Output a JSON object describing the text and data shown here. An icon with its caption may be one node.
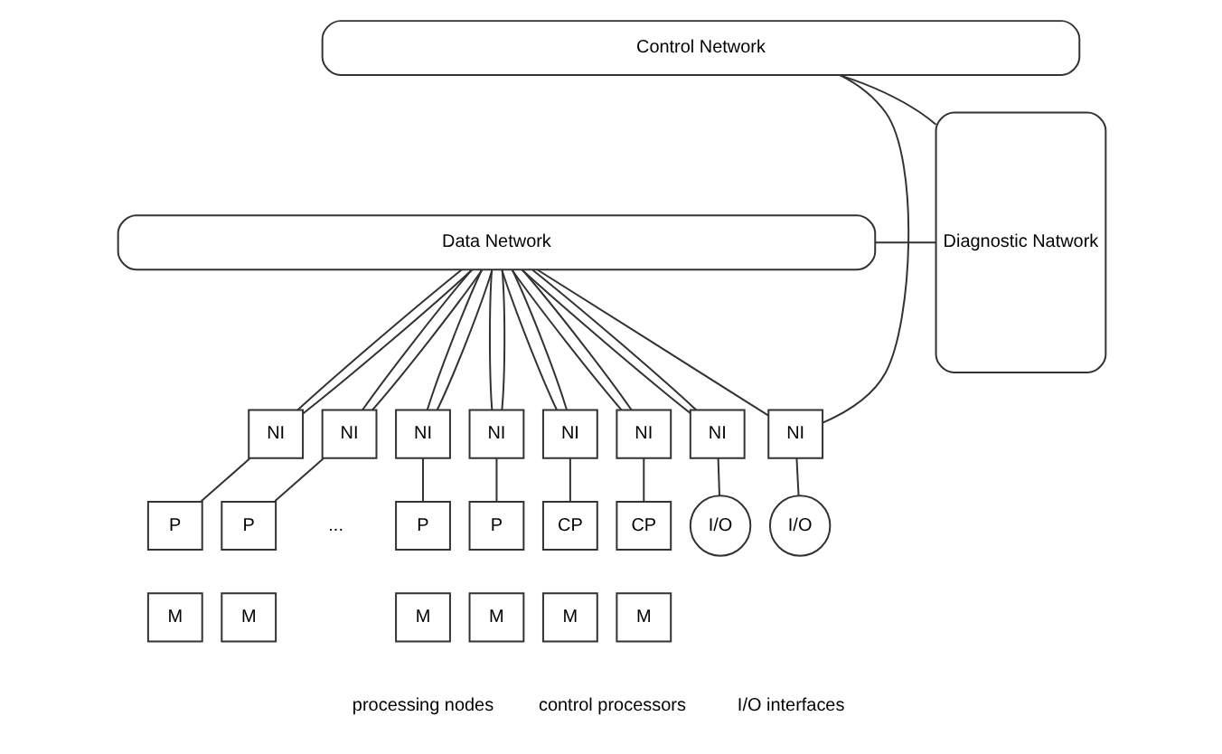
{
  "diagram": {
    "nodes": [
      {
        "text": [
          "Control Network"
        ]
      },
      {
        "text": [
          "Diagnostic Natwork"
        ]
      },
      {
        "text": [
          "Data Network"
        ]
      },
      {
        "text": [
          "NI"
        ]
      },
      {
        "text": [
          "NI"
        ]
      },
      {
        "text": [
          "NI"
        ]
      },
      {
        "text": [
          "NI"
        ]
      },
      {
        "text": [
          "NI"
        ]
      },
      {
        "text": [
          "NI"
        ]
      },
      {
        "text": [
          "NI"
        ]
      },
      {
        "text": [
          "NI"
        ]
      },
      {
        "text": [
          "P"
        ]
      },
      {
        "text": [
          "M"
        ]
      },
      {
        "text": [
          "P"
        ]
      },
      {
        "text": [
          "M"
        ]
      },
      {
        "text": [
          "P"
        ]
      },
      {
        "text": [
          "M"
        ]
      },
      {
        "text": [
          "P"
        ]
      },
      {
        "text": [
          "M"
        ]
      },
      {
        "text": [
          "CP"
        ]
      },
      {
        "text": [
          "M"
        ]
      },
      {
        "text": [
          "CP"
        ]
      },
      {
        "text": [
          "M"
        ]
      },
      {
        "text": [
          "I/O"
        ]
      },
      {
        "text": [
          "I/O"
        ]
      }
    ],
    "edges": [
      {
        "from": 1,
        "to": 0,
        "arrow": "none"
      },
      {
        "from": 1,
        "to": 2,
        "arrow": "none"
      },
      {
        "from": 2,
        "to": 3,
        "arrow": "none"
      },
      {
        "from": 2,
        "to": 3,
        "arrow": "none"
      },
      {
        "from": 2,
        "to": 4,
        "arrow": "none"
      },
      {
        "from": 2,
        "to": 4,
        "arrow": "none"
      },
      {
        "from": 2,
        "to": 5,
        "arrow": "none"
      },
      {
        "from": 2,
        "to": 5,
        "arrow": "none"
      },
      {
        "from": 2,
        "to": 6,
        "arrow": "none"
      },
      {
        "from": 2,
        "to": 6,
        "arrow": "none"
      },
      {
        "from": 2,
        "to": 7,
        "arrow": "none"
      },
      {
        "from": 2,
        "to": 7,
        "arrow": "none"
      },
      {
        "from": 2,
        "to": 8,
        "arrow": "none"
      },
      {
        "from": 2,
        "to": 8,
        "arrow": "none"
      },
      {
        "from": 2,
        "to": 9,
        "arrow": "none"
      },
      {
        "from": 2,
        "to": 9,
        "arrow": "none"
      },
      {
        "from": 2,
        "to": 10,
        "arrow": "none"
      },
      {
        "from": 0,
        "to": 10,
        "arrow": "none"
      },
      {
        "from": 3,
        "to": 11,
        "arrow": "none"
      },
      {
        "from": 4,
        "to": 13,
        "arrow": "none"
      },
      {
        "from": 5,
        "to": 15,
        "arrow": "none"
      },
      {
        "from": 6,
        "to": 17,
        "arrow": "none"
      },
      {
        "from": 7,
        "to": 19,
        "arrow": "none"
      },
      {
        "from": 8,
        "to": 21,
        "arrow": "none"
      },
      {
        "from": 9,
        "to": 23,
        "arrow": "none"
      },
      {
        "from": 10,
        "to": 24,
        "arrow": "none"
      }
    ],
    "labels": [
      "...",
      "processing nodes",
      "control processors",
      "I/O interfaces"
    ]
  }
}
